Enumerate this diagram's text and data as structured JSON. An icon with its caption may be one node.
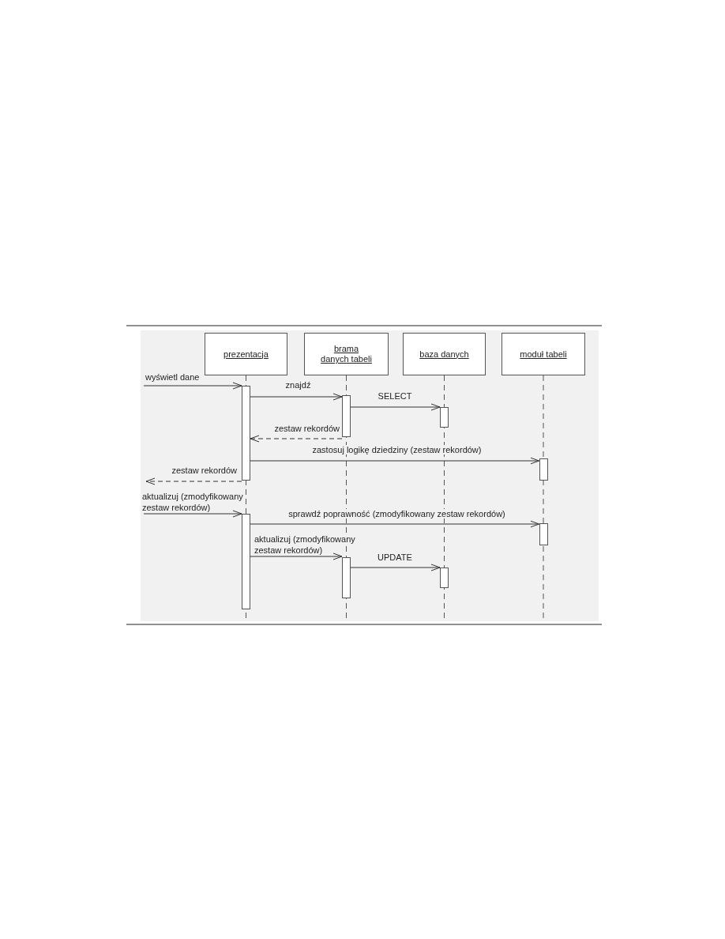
{
  "diagram": {
    "nodes": [
      {
        "text": [
          "prezentacja"
        ]
      },
      {
        "text": [
          "brama danych tabeli"
        ]
      },
      {
        "text": [
          "baza danych"
        ]
      },
      {
        "text": [
          "moduł tabeli"
        ]
      },
      {
        "text": [],
        "shape": "bar"
      },
      {
        "text": [],
        "shape": "bar"
      },
      {
        "text": [],
        "shape": "bar"
      },
      {
        "text": [],
        "shape": "bar"
      },
      {
        "text": [],
        "shape": "bar"
      },
      {
        "text": [],
        "shape": "bar"
      },
      {
        "text": [],
        "shape": "bar"
      },
      {
        "text": [],
        "shape": "bar"
      }
    ],
    "edges": [
      {
        "from": null,
        "to": 4,
        "arrow": "to",
        "label": "wyświetl dane"
      },
      {
        "from": 4,
        "to": 5,
        "arrow": "to",
        "label": "znajdź"
      },
      {
        "from": 5,
        "to": 6,
        "arrow": "to",
        "label": "SELECT"
      },
      {
        "from": 5,
        "to": 4,
        "arrow": "to",
        "label": "zestaw rekordów",
        "style": "dashed"
      },
      {
        "from": 4,
        "to": 7,
        "arrow": "to",
        "label": "zastosuj logikę dziedziny (zestaw rekordów)"
      },
      {
        "from": 4,
        "to": null,
        "arrow": "to",
        "label": "zestaw rekordów",
        "style": "dashed"
      },
      {
        "from": null,
        "to": 8,
        "arrow": "to",
        "label": "aktualizuj (zmodyfikowany zestaw rekordów)"
      },
      {
        "from": 8,
        "to": 9,
        "arrow": "to",
        "label": "sprawdź poprawność (zmodyfikowany zestaw rekordów)"
      },
      {
        "from": 8,
        "to": 10,
        "arrow": "to",
        "label": "aktualizuj (zmodyfikowany zestaw rekordów)"
      },
      {
        "from": 10,
        "to": 11,
        "arrow": "to",
        "label": "UPDATE"
      }
    ]
  }
}
